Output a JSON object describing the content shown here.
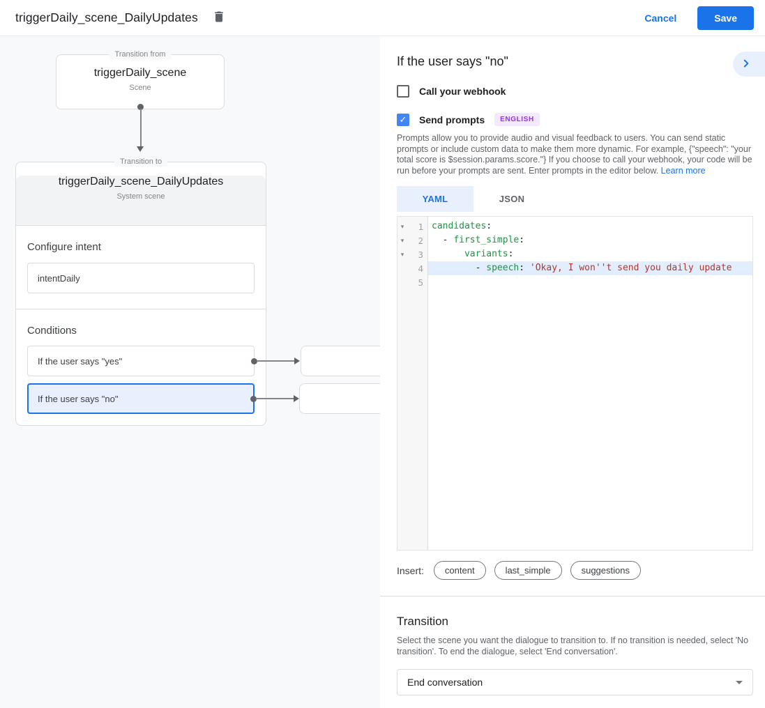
{
  "topbar": {
    "title": "triggerDaily_scene_DailyUpdates",
    "cancel": "Cancel",
    "save": "Save"
  },
  "colors": {
    "accent": "#1a73e8",
    "selected_bg": "#e8f0fe",
    "checkbox_checked": "#4285f4",
    "badge_bg": "#f3e8fd",
    "badge_text": "#9334e6",
    "code_key": "#1a9641",
    "code_string": "#b3362b",
    "canvas_bg": "#f8f9fa"
  },
  "diagram": {
    "from": {
      "legend": "Transition from",
      "title": "triggerDaily_scene",
      "subtitle": "Scene"
    },
    "to": {
      "legend": "Transition to",
      "title": "triggerDaily_scene_DailyUpdates",
      "subtitle": "System scene"
    },
    "intent": {
      "label": "Configure intent",
      "value": "intentDaily"
    },
    "conditions": {
      "label": "Conditions",
      "items": [
        {
          "label": "If the user says \"yes\"",
          "selected": false
        },
        {
          "label": "If the user says \"no\"",
          "selected": true
        }
      ]
    }
  },
  "panel": {
    "title": "If the user says \"no\"",
    "webhook": {
      "label": "Call your webhook",
      "checked": false
    },
    "prompts": {
      "label": "Send prompts",
      "checked": true,
      "badge": "ENGLISH",
      "check_glyph": "✓"
    },
    "description": "Prompts allow you to provide audio and visual feedback to users. You can send static prompts or include custom data to make them more dynamic. For example, {\"speech\": \"your total score is $session.params.score.\"} If you choose to call your webhook, your code will be run before your prompts are sent. Enter prompts in the editor below. ",
    "learn_more": "Learn more",
    "tabs": {
      "yaml": "YAML",
      "json": "JSON"
    },
    "editor": {
      "active_line": 4,
      "lines": [
        {
          "n": "1",
          "fold": "▾",
          "pre": "",
          "key": "candidates",
          "sep": ":",
          "str": ""
        },
        {
          "n": "2",
          "fold": "▾",
          "pre": "  - ",
          "key": "first_simple",
          "sep": ":",
          "str": ""
        },
        {
          "n": "3",
          "fold": "▾",
          "pre": "      ",
          "key": "variants",
          "sep": ":",
          "str": ""
        },
        {
          "n": "4",
          "fold": "",
          "pre": "        - ",
          "key": "speech",
          "sep": ": ",
          "str": "'Okay, I won''t send you daily update"
        },
        {
          "n": "5",
          "fold": "",
          "pre": "",
          "key": "",
          "sep": "",
          "str": ""
        }
      ]
    },
    "insert": {
      "label": "Insert:",
      "chips": [
        "content",
        "last_simple",
        "suggestions"
      ]
    },
    "transition": {
      "title": "Transition",
      "description": "Select the scene you want the dialogue to transition to. If no transition is needed, select 'No transition'. To end the dialogue, select 'End conversation'.",
      "value": "End conversation"
    }
  }
}
